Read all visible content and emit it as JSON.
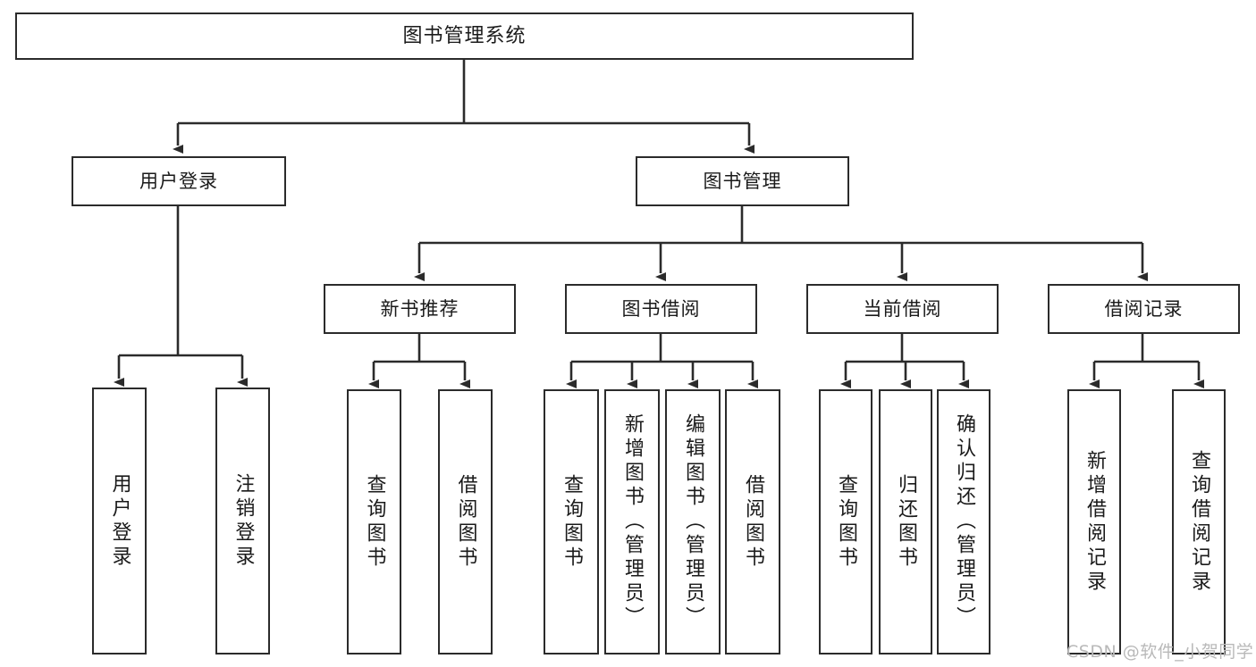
{
  "diagram": {
    "title": "图书管理系统",
    "type": "tree-hierarchy-chart",
    "orientation": "top-down",
    "colors": {
      "background": "#ffffff",
      "node_fill": "#ffffff",
      "node_stroke": "#2b2b2b",
      "edge_stroke": "#2b2b2b",
      "text": "#1a1a1a",
      "watermark": "#b9b9b9"
    }
  },
  "root": {
    "label": "图书管理系统"
  },
  "level1": [
    {
      "label": "用户登录"
    },
    {
      "label": "图书管理"
    }
  ],
  "level2": [
    {
      "label": "新书推荐"
    },
    {
      "label": "图书借阅"
    },
    {
      "label": "当前借阅"
    },
    {
      "label": "借阅记录"
    }
  ],
  "leaves": {
    "user_login": [
      {
        "label": "用户登录"
      },
      {
        "label": "注销登录"
      }
    ],
    "new_book_recommend": [
      {
        "label": "查询图书"
      },
      {
        "label": "借阅图书"
      }
    ],
    "book_borrow": [
      {
        "label": "查询图书"
      },
      {
        "label": "新增图书（管理员）"
      },
      {
        "label": "编辑图书（管理员）"
      },
      {
        "label": "借阅图书"
      }
    ],
    "current_borrow": [
      {
        "label": "查询图书"
      },
      {
        "label": "归还图书"
      },
      {
        "label": "确认归还（管理员）"
      }
    ],
    "borrow_record": [
      {
        "label": "新增借阅记录"
      },
      {
        "label": "查询借阅记录"
      }
    ]
  },
  "watermark": {
    "text": "CSDN @软件_小贺同学"
  }
}
